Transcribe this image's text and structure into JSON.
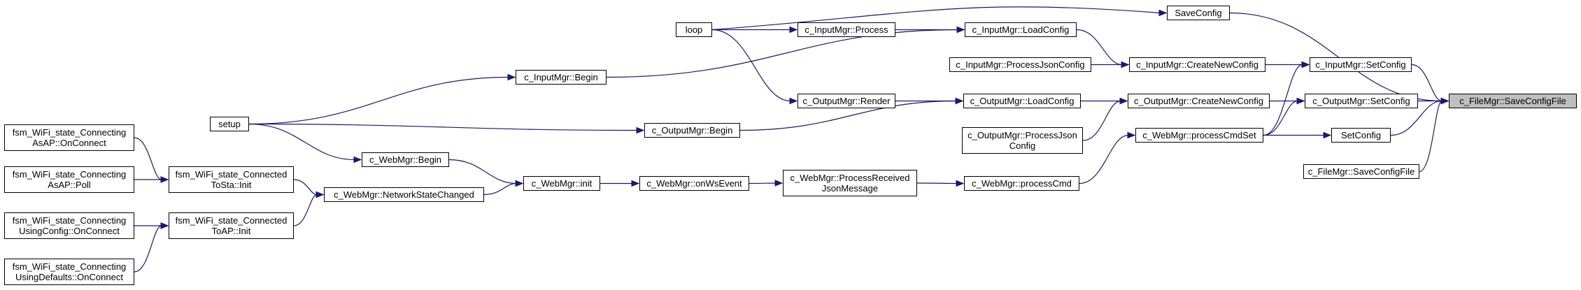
{
  "graph": {
    "edge_color": "#191970",
    "root_fill": "#bfbfbf",
    "nodes": [
      {
        "id": "root",
        "label": "c_FileMgr::SaveConfigFile",
        "root": true
      },
      {
        "id": "saveconfig_top",
        "label": "SaveConfig"
      },
      {
        "id": "inputmgr_setconfig",
        "label": "c_InputMgr::SetConfig"
      },
      {
        "id": "outputmgr_setconfig",
        "label": "c_OutputMgr::SetConfig"
      },
      {
        "id": "setconfig",
        "label": "SetConfig"
      },
      {
        "id": "filemgr_saveconfigfile",
        "label": "c_FileMgr::SaveConfigFile"
      },
      {
        "id": "loop",
        "label": "loop"
      },
      {
        "id": "inputmgr_process",
        "label": "c_InputMgr::Process"
      },
      {
        "id": "inputmgr_loadconfig",
        "label": "c_InputMgr::LoadConfig"
      },
      {
        "id": "inputmgr_createnewconfig",
        "label": "c_InputMgr::CreateNewConfig"
      },
      {
        "id": "inputmgr_processjsonconfig",
        "label": "c_InputMgr::ProcessJsonConfig"
      },
      {
        "id": "inputmgr_begin",
        "label": "c_InputMgr::Begin"
      },
      {
        "id": "outputmgr_render",
        "label": "c_OutputMgr::Render"
      },
      {
        "id": "outputmgr_loadconfig",
        "label": "c_OutputMgr::LoadConfig"
      },
      {
        "id": "outputmgr_createnewconfig",
        "label": "c_OutputMgr::CreateNewConfig"
      },
      {
        "id": "outputmgr_processjsonconfig",
        "label": "c_OutputMgr::ProcessJson\nConfig"
      },
      {
        "id": "webmgr_processcmdset",
        "label": "c_WebMgr::processCmdSet"
      },
      {
        "id": "setup",
        "label": "setup"
      },
      {
        "id": "outputmgr_begin",
        "label": "c_OutputMgr::Begin"
      },
      {
        "id": "webmgr_begin",
        "label": "c_WebMgr::Begin"
      },
      {
        "id": "webmgr_init",
        "label": "c_WebMgr::init"
      },
      {
        "id": "webmgr_onwsevent",
        "label": "c_WebMgr::onWsEvent"
      },
      {
        "id": "webmgr_processreceived",
        "label": "c_WebMgr::ProcessReceived\nJsonMessage"
      },
      {
        "id": "webmgr_processcmd",
        "label": "c_WebMgr::processCmd"
      },
      {
        "id": "webmgr_networkstatechanged",
        "label": "c_WebMgr::NetworkStateChanged"
      },
      {
        "id": "fsm_connected_tosta_init",
        "label": "fsm_WiFi_state_Connected\nToSta::Init"
      },
      {
        "id": "fsm_connected_toap_init",
        "label": "fsm_WiFi_state_Connected\nToAP::Init"
      },
      {
        "id": "fsm_connecting_asap_onconnect",
        "label": "fsm_WiFi_state_Connecting\nAsAP::OnConnect"
      },
      {
        "id": "fsm_connecting_asap_poll",
        "label": "fsm_WiFi_state_Connecting\nAsAP::Poll"
      },
      {
        "id": "fsm_connecting_usingconfig_onconnect",
        "label": "fsm_WiFi_state_Connecting\nUsingConfig::OnConnect"
      },
      {
        "id": "fsm_connecting_usingdefaults_onconnect",
        "label": "fsm_WiFi_state_Connecting\nUsingDefaults::OnConnect"
      }
    ],
    "edges": [
      {
        "from": "saveconfig_top",
        "to": "root"
      },
      {
        "from": "inputmgr_setconfig",
        "to": "root"
      },
      {
        "from": "outputmgr_setconfig",
        "to": "root"
      },
      {
        "from": "setconfig",
        "to": "root"
      },
      {
        "from": "filemgr_saveconfigfile",
        "to": "root"
      },
      {
        "from": "loop",
        "to": "saveconfig_top"
      },
      {
        "from": "loop",
        "to": "inputmgr_process"
      },
      {
        "from": "loop",
        "to": "outputmgr_render"
      },
      {
        "from": "inputmgr_process",
        "to": "inputmgr_loadconfig"
      },
      {
        "from": "inputmgr_begin",
        "to": "inputmgr_loadconfig"
      },
      {
        "from": "inputmgr_loadconfig",
        "to": "inputmgr_createnewconfig"
      },
      {
        "from": "inputmgr_processjsonconfig",
        "to": "inputmgr_createnewconfig"
      },
      {
        "from": "inputmgr_createnewconfig",
        "to": "inputmgr_setconfig"
      },
      {
        "from": "outputmgr_render",
        "to": "outputmgr_loadconfig"
      },
      {
        "from": "outputmgr_begin",
        "to": "outputmgr_loadconfig"
      },
      {
        "from": "outputmgr_loadconfig",
        "to": "outputmgr_createnewconfig"
      },
      {
        "from": "outputmgr_processjsonconfig",
        "to": "outputmgr_createnewconfig"
      },
      {
        "from": "outputmgr_createnewconfig",
        "to": "outputmgr_setconfig"
      },
      {
        "from": "webmgr_processcmdset",
        "to": "inputmgr_setconfig"
      },
      {
        "from": "webmgr_processcmdset",
        "to": "outputmgr_setconfig"
      },
      {
        "from": "webmgr_processcmdset",
        "to": "setconfig"
      },
      {
        "from": "setup",
        "to": "inputmgr_begin"
      },
      {
        "from": "setup",
        "to": "outputmgr_begin"
      },
      {
        "from": "setup",
        "to": "webmgr_begin"
      },
      {
        "from": "webmgr_begin",
        "to": "webmgr_init"
      },
      {
        "from": "webmgr_networkstatechanged",
        "to": "webmgr_init"
      },
      {
        "from": "webmgr_init",
        "to": "webmgr_onwsevent"
      },
      {
        "from": "webmgr_onwsevent",
        "to": "webmgr_processreceived"
      },
      {
        "from": "webmgr_processreceived",
        "to": "webmgr_processcmd"
      },
      {
        "from": "webmgr_processcmd",
        "to": "webmgr_processcmdset"
      },
      {
        "from": "fsm_connected_tosta_init",
        "to": "webmgr_networkstatechanged"
      },
      {
        "from": "fsm_connected_toap_init",
        "to": "webmgr_networkstatechanged"
      },
      {
        "from": "fsm_connecting_asap_onconnect",
        "to": "fsm_connected_tosta_init"
      },
      {
        "from": "fsm_connecting_asap_poll",
        "to": "fsm_connected_tosta_init"
      },
      {
        "from": "fsm_connecting_usingconfig_onconnect",
        "to": "fsm_connected_toap_init"
      },
      {
        "from": "fsm_connecting_usingdefaults_onconnect",
        "to": "fsm_connected_toap_init"
      }
    ]
  }
}
